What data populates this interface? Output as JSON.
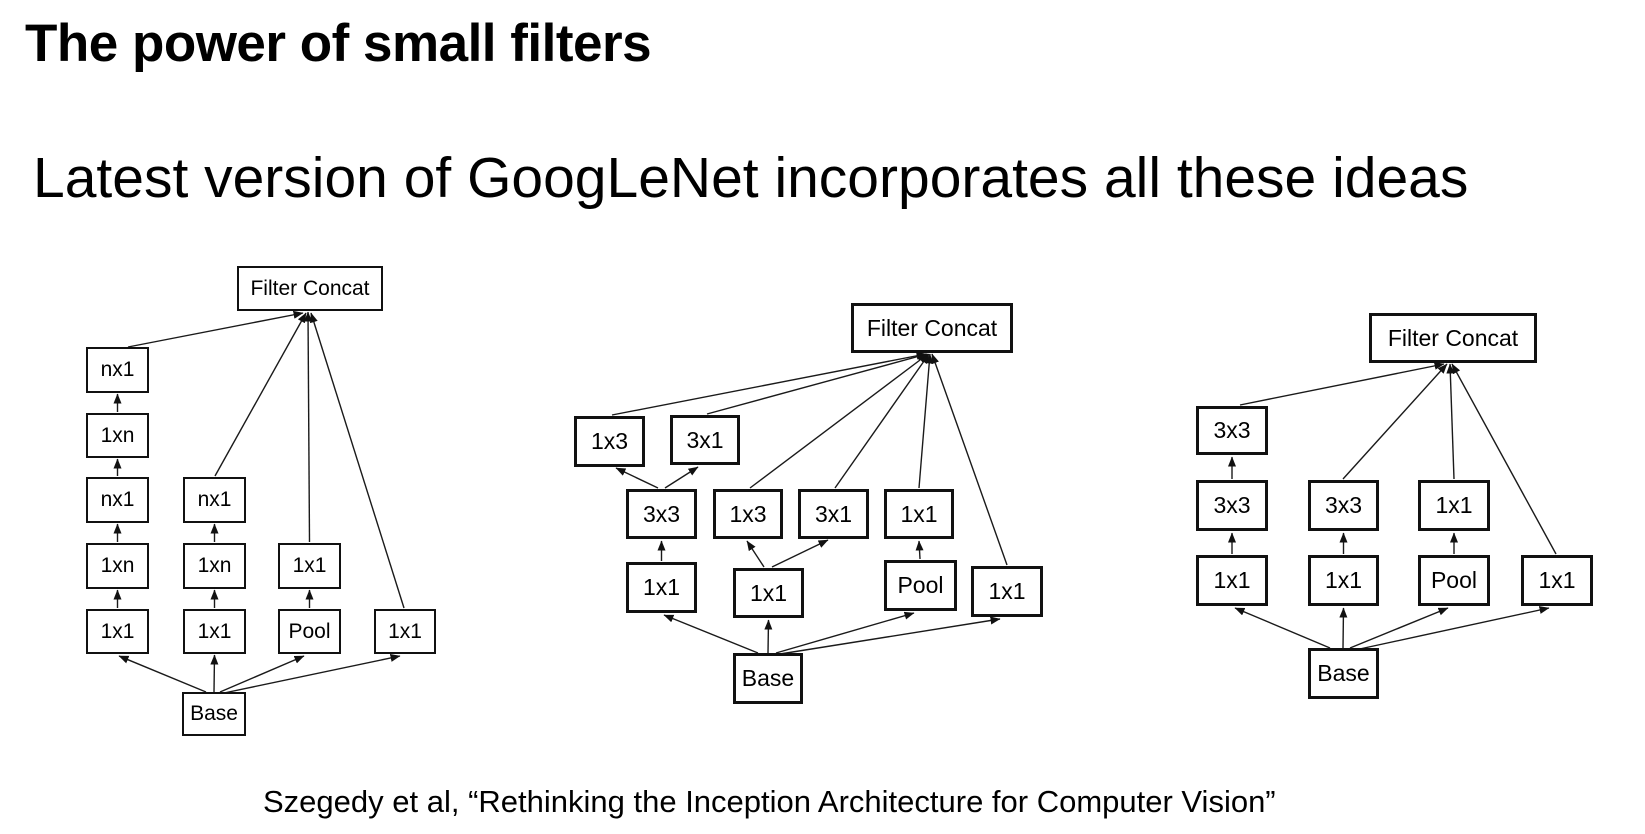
{
  "slide": {
    "title": "The power of small filters",
    "subtitle": "Latest version of GoogLeNet incorporates all these ideas",
    "citation": "Szegedy et al, “Rethinking the Inception Architecture for Computer Vision”"
  },
  "diagram1": {
    "concat": "Filter Concat",
    "c1r1": "nx1",
    "c1r2": "1xn",
    "c1r3": "nx1",
    "c1r4": "1xn",
    "c1r5": "1x1",
    "c2r3": "nx1",
    "c2r4": "1xn",
    "c2r5": "1x1",
    "c3r4": "1x1",
    "c3r5": "Pool",
    "c4r5": "1x1",
    "base": "Base"
  },
  "diagram2": {
    "concat": "Filter Concat",
    "t1": "1x3",
    "t2": "3x1",
    "r2c1": "3x3",
    "r2c2": "1x3",
    "r2c3": "3x1",
    "r2c4": "1x1",
    "r3c1": "1x1",
    "r3c2": "1x1",
    "r3c3": "Pool",
    "r3c4": "1x1",
    "base": "Base"
  },
  "diagram3": {
    "concat": "Filter Concat",
    "top": "3x3",
    "r2c1": "3x3",
    "r2c2": "3x3",
    "r2c3": "1x1",
    "r3c1": "1x1",
    "r3c2": "1x1",
    "r3c3": "Pool",
    "r3c4": "1x1",
    "base": "Base"
  }
}
